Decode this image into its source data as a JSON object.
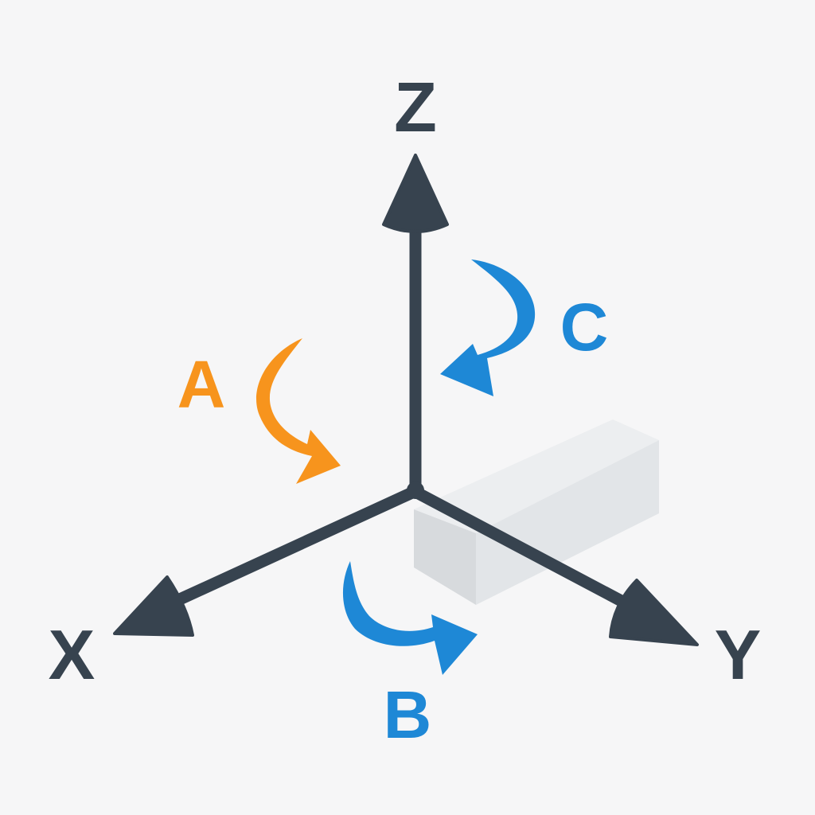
{
  "diagram": {
    "axes": [
      {
        "id": "x",
        "label": "X"
      },
      {
        "id": "y",
        "label": "Y"
      },
      {
        "id": "z",
        "label": "Z"
      }
    ],
    "rotations": [
      {
        "id": "a",
        "label": "A",
        "about_axis": "X",
        "color": "#f7941d"
      },
      {
        "id": "b",
        "label": "B",
        "about_axis": "Y",
        "color": "#1e88d6"
      },
      {
        "id": "c",
        "label": "C",
        "about_axis": "Z",
        "color": "#1e88d6"
      }
    ],
    "colors": {
      "background": "#f6f6f7",
      "axis": "#37434f",
      "rotation_orange": "#f7941d",
      "rotation_blue": "#1e88d6",
      "block_top": "#eceef0",
      "block_front": "#d7dadd",
      "block_side": "#e2e5e8"
    }
  }
}
